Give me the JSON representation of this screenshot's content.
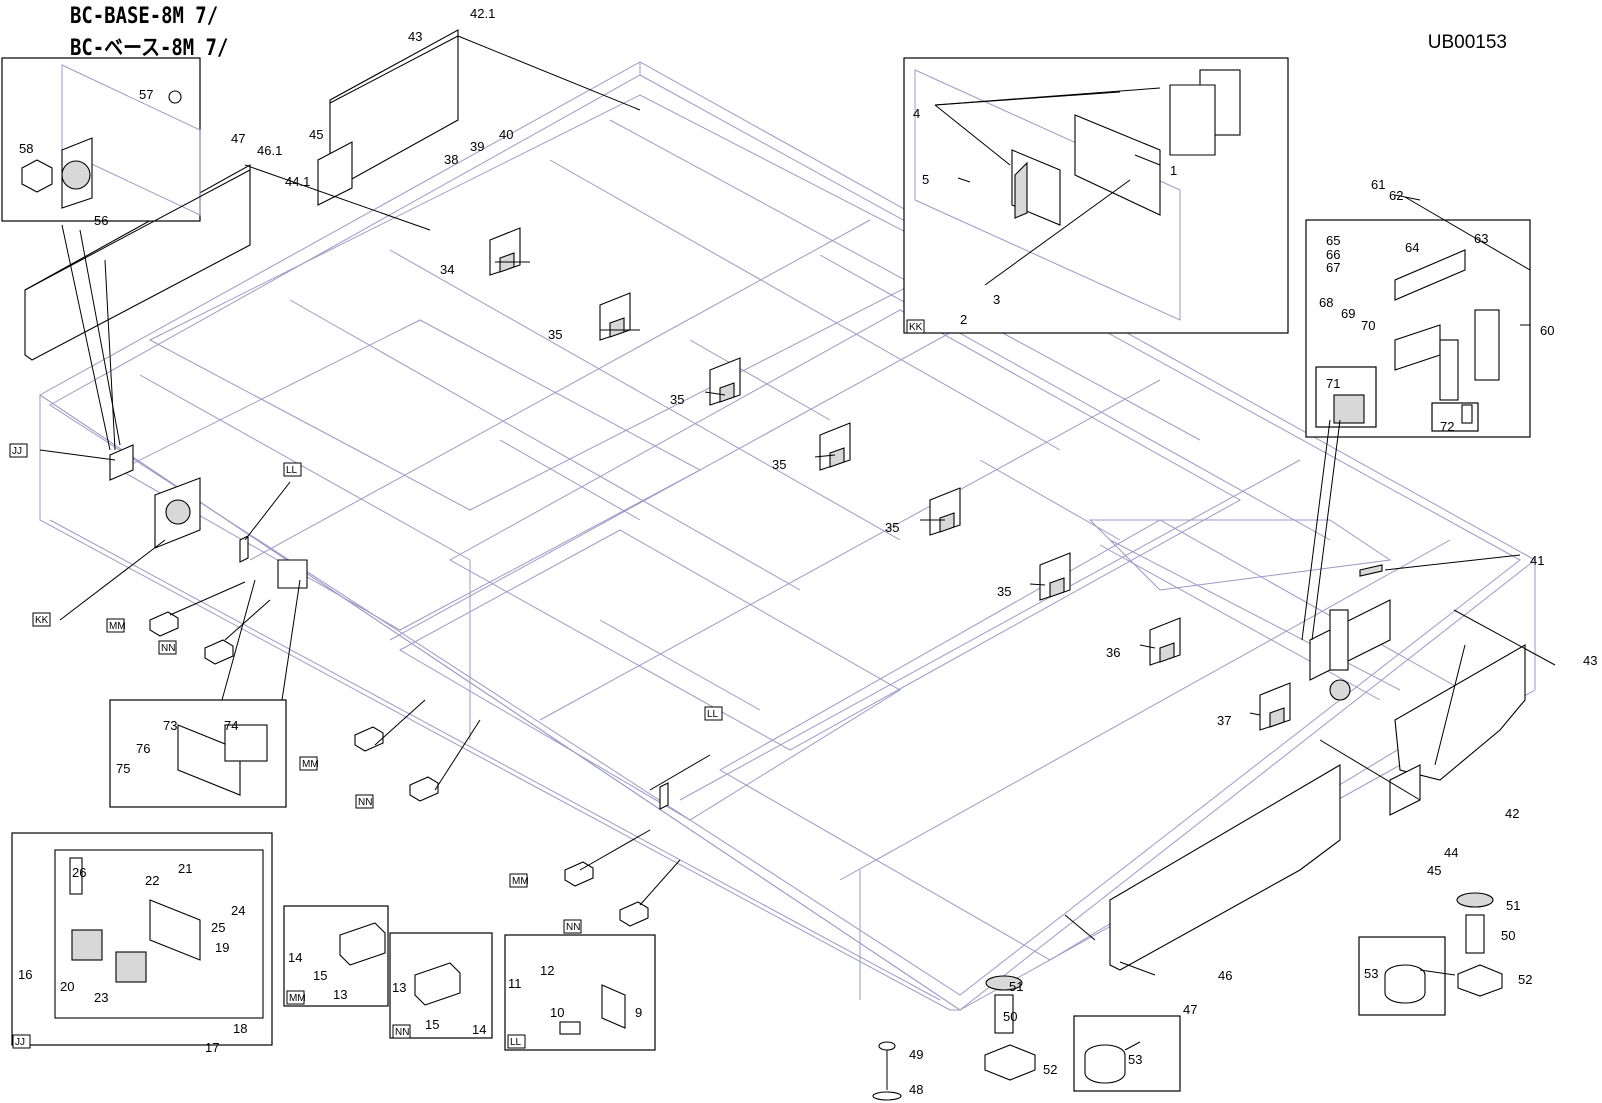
{
  "header": {
    "title_line_1": "BC-BASE-8M 7/",
    "title_line_2": "BC-ベース-8M 7/",
    "doc_code": "UB00153"
  },
  "detail_tags": [
    "JJ",
    "KK",
    "LL",
    "MM",
    "NN"
  ],
  "callouts": [
    "1",
    "2",
    "3",
    "4",
    "5",
    "9",
    "10",
    "11",
    "12",
    "13",
    "14",
    "15",
    "16",
    "17",
    "18",
    "19",
    "20",
    "21",
    "22",
    "23",
    "24",
    "25",
    "26",
    "34",
    "35",
    "36",
    "37",
    "38",
    "39",
    "40",
    "41",
    "42",
    "42.1",
    "43",
    "44",
    "44.1",
    "45",
    "46",
    "46.1",
    "47",
    "48",
    "49",
    "50",
    "51",
    "52",
    "53",
    "56",
    "57",
    "58",
    "60",
    "61",
    "62",
    "63",
    "64",
    "65",
    "66",
    "67",
    "68",
    "69",
    "70",
    "71",
    "72",
    "73",
    "74",
    "75",
    "76"
  ]
}
